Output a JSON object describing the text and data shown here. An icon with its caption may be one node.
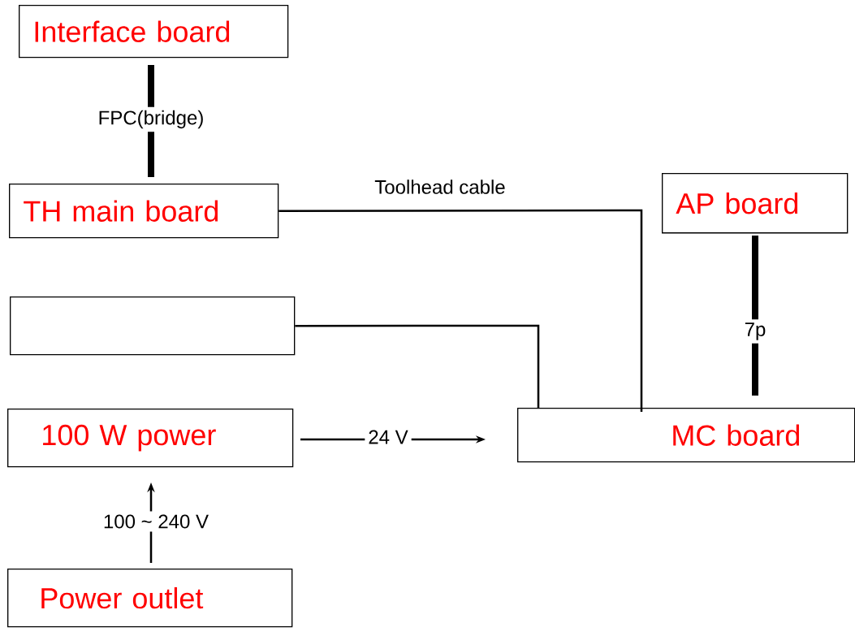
{
  "diagram": {
    "nodes": [
      {
        "text": [
          "Interface board"
        ]
      },
      {
        "text": [
          "TH main board"
        ]
      },
      {
        "text": [],
        "shape": "box"
      },
      {
        "text": [
          "100 W power"
        ]
      },
      {
        "text": [
          "Power outlet"
        ]
      },
      {
        "text": [
          "AP board"
        ]
      },
      {
        "text": [
          "MC board"
        ]
      }
    ],
    "edges": [
      {
        "from": 0,
        "to": 1,
        "arrow": "none",
        "label": "FPC(bridge)",
        "style": "thick"
      },
      {
        "from": 1,
        "to": 6,
        "arrow": "none",
        "label": "Toolhead cable"
      },
      {
        "from": 2,
        "to": 6,
        "arrow": "none"
      },
      {
        "from": 5,
        "to": 6,
        "arrow": "none",
        "label": "7p",
        "style": "thick"
      },
      {
        "from": 3,
        "to": 6,
        "arrow": "to",
        "label": "24 V"
      },
      {
        "from": 4,
        "to": 3,
        "arrow": "to",
        "label": "100 ~ 240 V"
      }
    ]
  }
}
